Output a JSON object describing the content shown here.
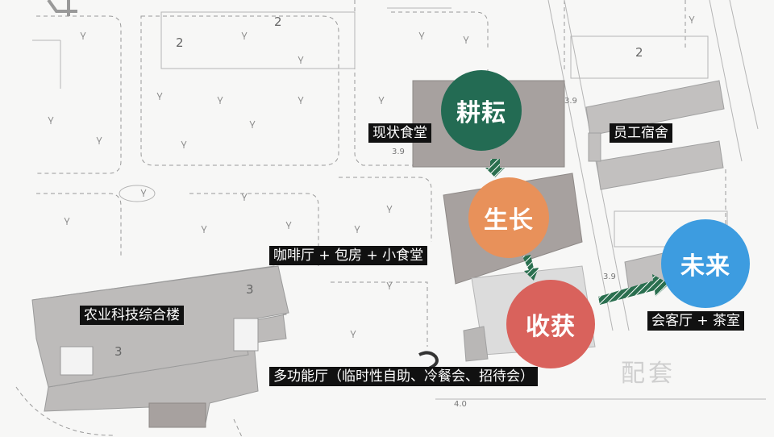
{
  "circles": {
    "c1": {
      "text": "耕耘",
      "color": "#236b53"
    },
    "c2": {
      "text": "生长",
      "color": "#e8915a"
    },
    "c3": {
      "text": "收获",
      "color": "#d9625c"
    },
    "c4": {
      "text": "未来",
      "color": "#3d9ce0"
    }
  },
  "labels": {
    "canteen": "现状食堂",
    "dorm": "员工宿舍",
    "cafe": "咖啡厅 + 包房 + 小食堂",
    "agri": "农业科技综合楼",
    "meeting": "会客厅 + 茶室",
    "multi": "多功能厅（临时性自助、冷餐会、招待会）"
  },
  "map": {
    "block_numbers": [
      "2",
      "2",
      "2",
      "3",
      "3"
    ],
    "heights": [
      "3.9",
      "3.9",
      "3.9",
      "4.0"
    ],
    "faint_text": "配套"
  },
  "colors": {
    "building_dark": "#a7a19f",
    "building_mid": "#b9b7b6",
    "building_light": "#d9d9d9",
    "arrow_green": "#2a6f4f"
  }
}
